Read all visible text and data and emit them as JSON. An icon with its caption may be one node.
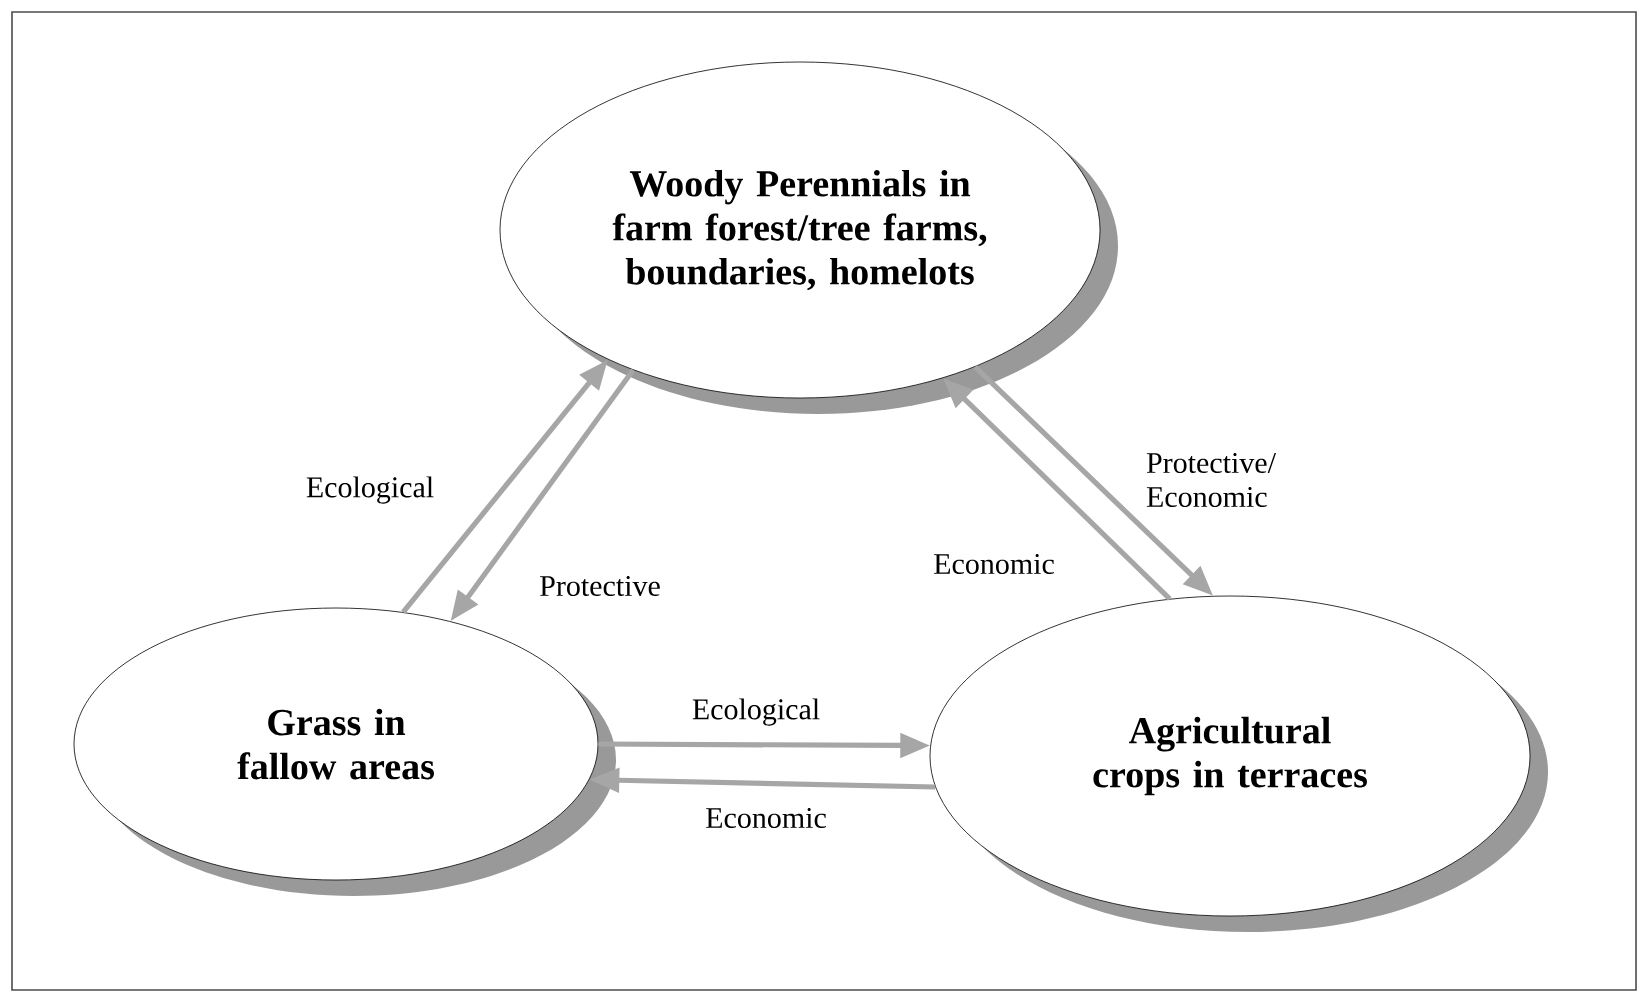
{
  "diagram": {
    "nodes": [
      {
        "text": [
          "Woody Perennials in farm forest/tree farms, boundaries, homelots"
        ]
      },
      {
        "text": [
          "Grass in fallow areas"
        ]
      },
      {
        "text": [
          "Agricultural crops in terraces"
        ]
      }
    ],
    "edges": [
      {
        "from": 1,
        "to": 0,
        "arrow": "to",
        "label": "Ecological"
      },
      {
        "from": 0,
        "to": 1,
        "arrow": "to",
        "label": "Protective"
      },
      {
        "from": 0,
        "to": 2,
        "arrow": "to",
        "label": "Protective/ Economic"
      },
      {
        "from": 2,
        "to": 0,
        "arrow": "to",
        "label": "Economic"
      },
      {
        "from": 1,
        "to": 2,
        "arrow": "to",
        "label": "Ecological"
      },
      {
        "from": 2,
        "to": 1,
        "arrow": "to",
        "label": "Economic"
      }
    ]
  }
}
